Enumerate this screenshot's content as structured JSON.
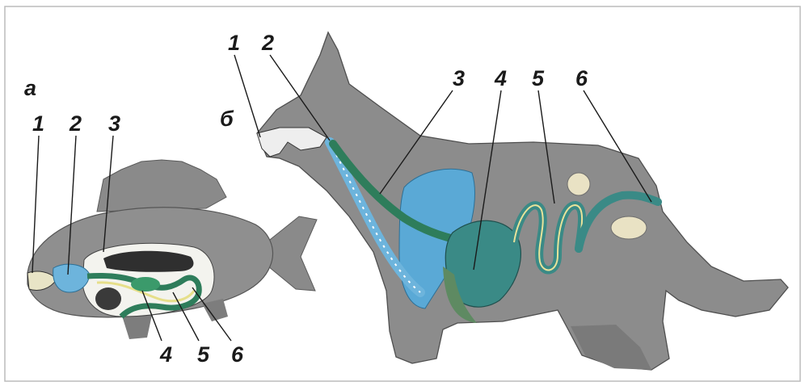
{
  "panels": {
    "fish": {
      "letter": "а",
      "top_labels": [
        "1",
        "2",
        "3"
      ],
      "bottom_labels": [
        "4",
        "5",
        "6"
      ]
    },
    "dog": {
      "letter": "б",
      "labels": [
        "1",
        "2",
        "3",
        "4",
        "5",
        "6"
      ]
    }
  },
  "colors": {
    "body": "#8c8c8c",
    "body_dark": "#6e6e6e",
    "gut_green": "#2e7d5b",
    "gut_teal": "#3a8a86",
    "lung_blue": "#5aa9d6",
    "organ_yellow": "#e9e39a",
    "cavity_white": "#f3f3ee",
    "outline": "#2a2a2a"
  }
}
